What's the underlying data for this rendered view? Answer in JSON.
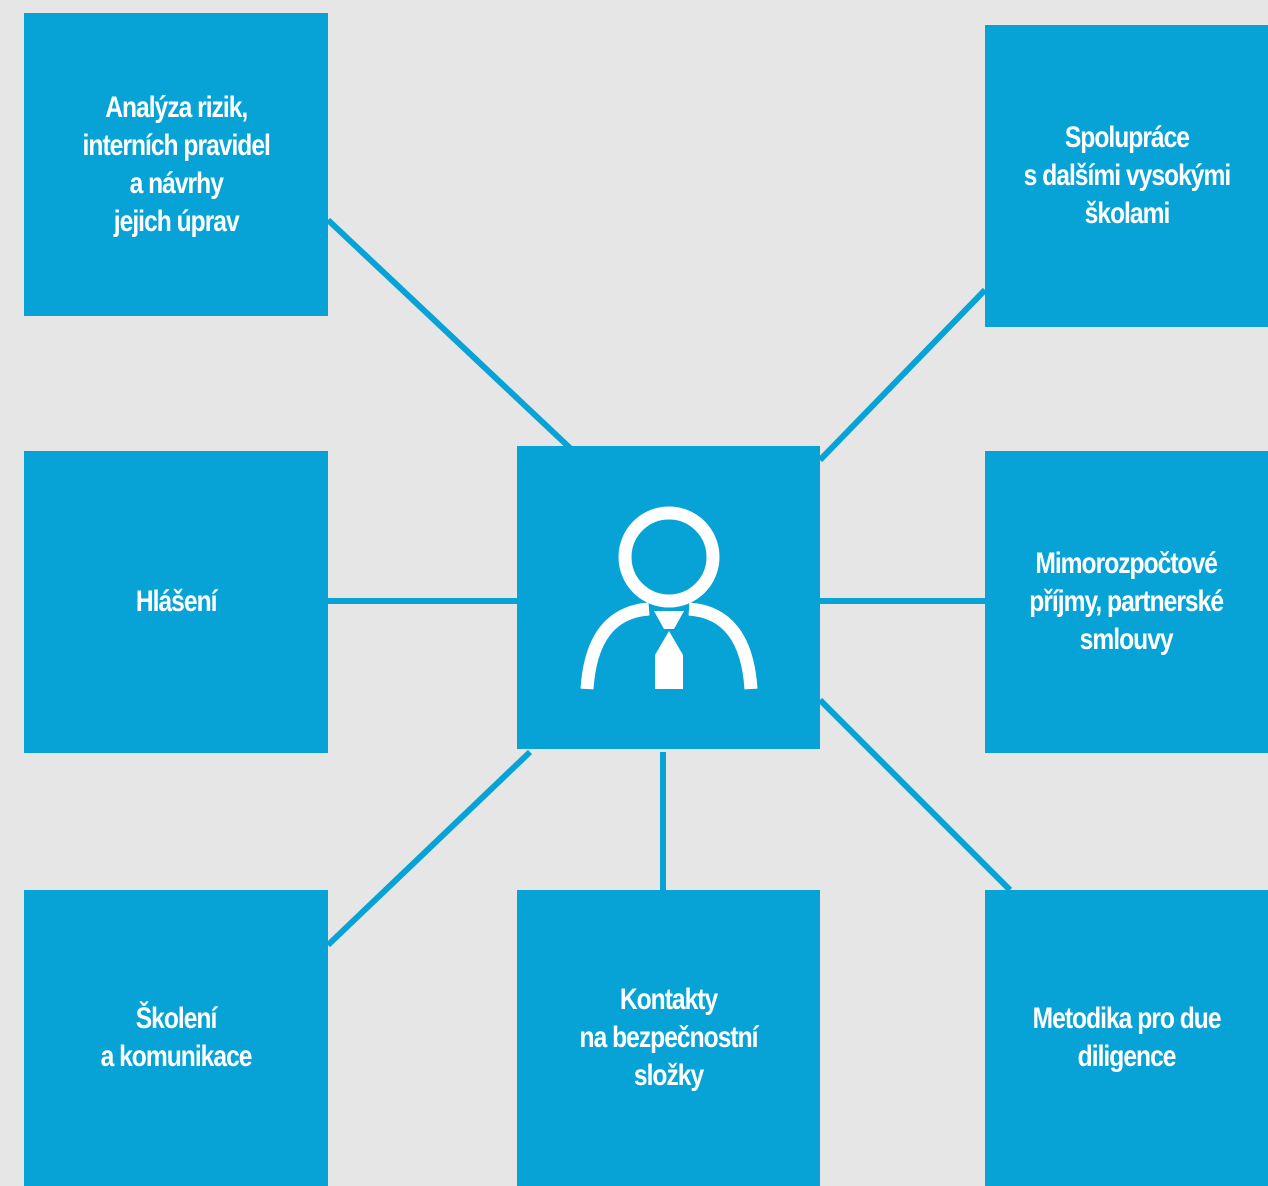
{
  "colors": {
    "background": "#e6e6e6",
    "box": "#08a3d6",
    "connector": "#08a3d6",
    "text": "#ffffff"
  },
  "center": {
    "icon": "person-icon"
  },
  "nodes": {
    "risk_analysis": "Analýza rizik,\ninterních pravidel\na návrhy\njejich úprav",
    "cooperation": "Spolupráce\ns dalšími vysokými\nškolami",
    "reporting": "Hlášení",
    "extra_budget": "Mimorozpočtové\npříjmy, partnerské\nsmlouvy",
    "training": "Školení\na komunikace",
    "security_contacts": "Kontakty\nna bezpečnostní\nsložky",
    "due_diligence": "Metodika pro due\ndiligence"
  }
}
